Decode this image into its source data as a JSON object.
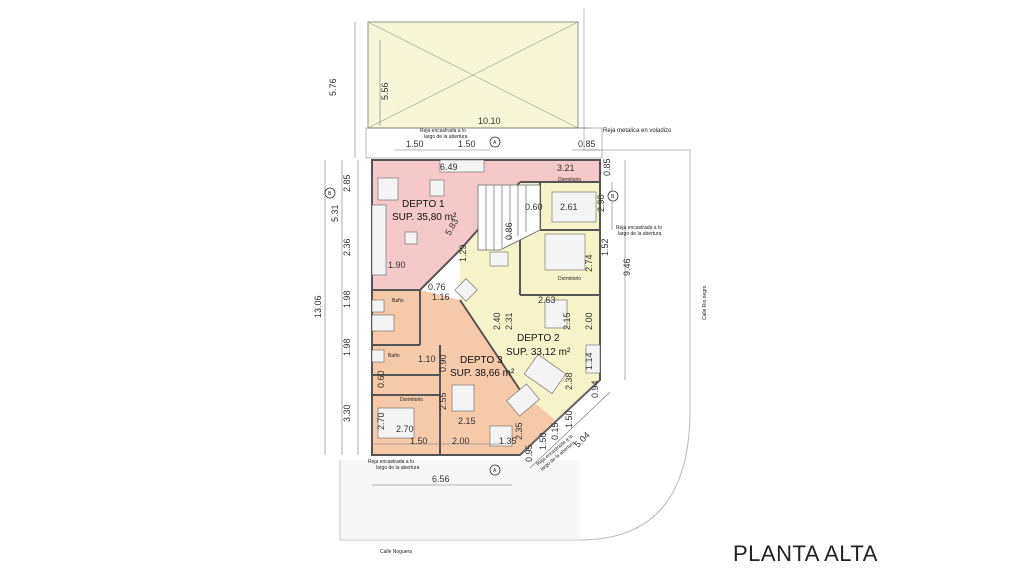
{
  "title": "PLANTA ALTA",
  "streets": {
    "bottom": "Calle  Noguera",
    "right": "Calle  Rio  negro"
  },
  "units": [
    {
      "name": "DEPTO 1",
      "area": "SUP. 35,80 m²",
      "color": "#f5c9c9"
    },
    {
      "name": "DEPTO 2",
      "area": "SUP. 33,12 m²",
      "color": "#f7f3c9"
    },
    {
      "name": "DEPTO 3",
      "area": "SUP. 38,66 m²",
      "color": "#f6c9a8"
    }
  ],
  "rooms": {
    "dormitorio": "Dormitorio",
    "bano": "Baño"
  },
  "notes": {
    "reja_top": [
      "Reja encastrada a lo",
      "largo de la abertura"
    ],
    "reja_voladizo": "Reja metalica en voladizo",
    "reja_right": [
      "Reja encastrada a lo",
      "largo de la abertura"
    ],
    "reja_bottom": [
      "Reja encastrada a lo",
      "largo de la abertura"
    ],
    "reja_diag": [
      "Reja encastrada a lo",
      "largo de la abertura"
    ]
  },
  "section_marks": [
    "A",
    "B"
  ],
  "colors": {
    "terrace": "#f7f7d8",
    "wall": "#555555"
  },
  "dims": {
    "d576": "5.76",
    "d556": "5.56",
    "d1010": "10.10",
    "d150a": "1.50",
    "d150b": "1.50",
    "d085a": "0.85",
    "d649": "6.49",
    "d321": "3.21",
    "d085b": "0.85",
    "d285": "2.85",
    "d531": "5.31",
    "d236": "2.36",
    "d1306": "13.06",
    "d198a": "1.98",
    "d198b": "1.98",
    "d330": "3.30",
    "d060a": "0.60",
    "d261": "2.61",
    "d290": "2.90",
    "d152": "1.52",
    "d946": "9.46",
    "d274": "2.74",
    "d086": "0.86",
    "d129": "1.29",
    "d583": "5.83",
    "d190": "1.90",
    "d076": "0.76",
    "d116": "1.16",
    "d263": "2.63",
    "d215a": "2.15",
    "d200a": "2.00",
    "d240": "2.40",
    "d231": "2.31",
    "d110": "1.10",
    "d060b": "0.60",
    "d090": "0.90",
    "d255": "2.55",
    "d270a": "2.70",
    "d270b": "2.70",
    "d215b": "2.15",
    "d235": "2.35",
    "d150c": "1.50",
    "d200b": "2.00",
    "d135": "1.35",
    "d095": "0.95",
    "d150d": "1.50",
    "d015": "0.15",
    "d150e": "1.50",
    "d094": "0.94",
    "d504": "5.04",
    "d238": "2.38",
    "d114": "1.14",
    "d656": "6.56"
  }
}
